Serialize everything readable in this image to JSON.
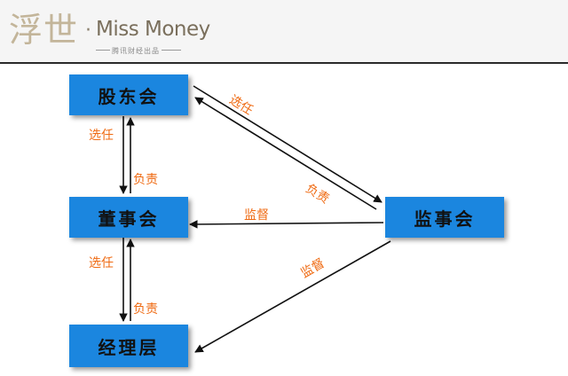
{
  "header": {
    "logo_chars": "浮世",
    "logo_dot": "·",
    "logo_text": "Miss Money",
    "logo_sub": "腾讯财经出品"
  },
  "nodes": {
    "shareholders": "股东会",
    "board": "董事会",
    "management": "经理层",
    "supervisors": "监事会"
  },
  "edges": {
    "elect": "选任",
    "responsible": "负责",
    "supervise": "监督"
  },
  "colors": {
    "box_fill": "#1b86df",
    "label": "#ef6a12",
    "arrow": "#111111"
  }
}
